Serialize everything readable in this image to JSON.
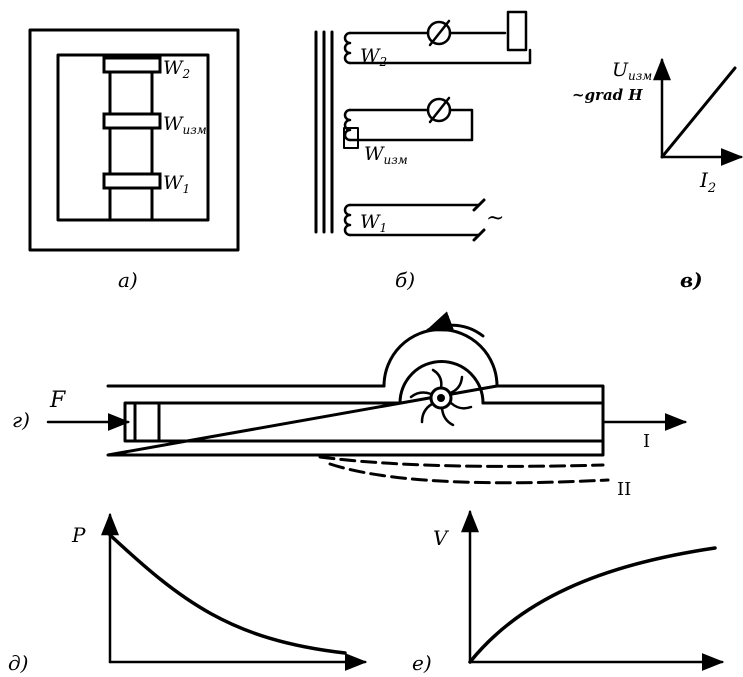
{
  "panel_a": {
    "label": "а)",
    "winding_top": "W",
    "winding_top_sub": "2",
    "winding_mid": "W",
    "winding_mid_sub": "изм",
    "winding_bot": "W",
    "winding_bot_sub": "1"
  },
  "panel_b": {
    "label": "б)",
    "coil_top": "W",
    "coil_top_sub": "2",
    "coil_mid": "W",
    "coil_mid_sub": "изм",
    "coil_bot": "W",
    "coil_bot_sub": "1",
    "ac_symbol": "~"
  },
  "panel_v": {
    "label": "в)",
    "y_label_main": "U",
    "y_label_sub": "изм",
    "y_label_line2": "~grad H",
    "x_label_main": "I",
    "x_label_sub": "2"
  },
  "panel_g": {
    "label": "г)",
    "force": "F",
    "pos_1": "I",
    "pos_2": "II"
  },
  "panel_d": {
    "label": "д)",
    "y_label": "P"
  },
  "panel_e": {
    "label": "е)",
    "y_label": "V"
  }
}
